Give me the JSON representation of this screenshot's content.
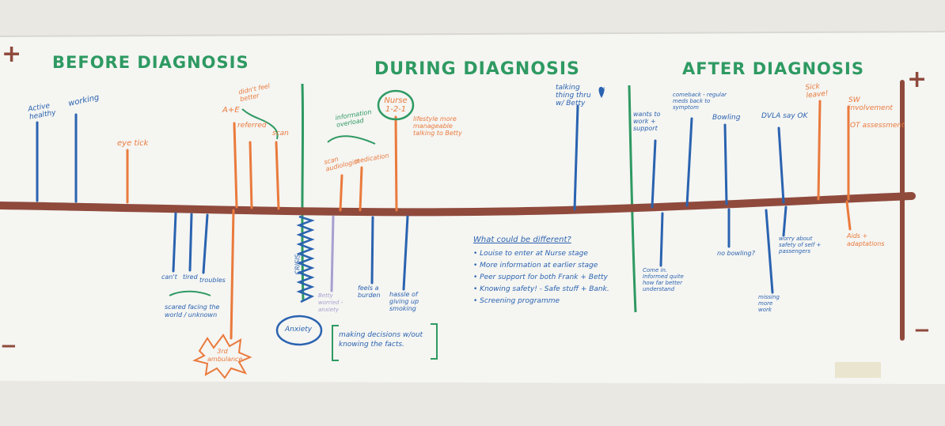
{
  "colors": {
    "wall": "#e9e8e3",
    "paper": "#f5f5f2",
    "timeline": "#8f4a3c",
    "green": "#2e9a62",
    "blue": "#2a63b0",
    "orange": "#ea7a3c",
    "purple": "#a7a0cf",
    "tape": "#e8e2c8"
  },
  "headings": {
    "before": "BEFORE DIAGNOSIS",
    "during": "DURING DIAGNOSIS",
    "after": "AFTER DIAGNOSIS"
  },
  "scale": {
    "plus": "+",
    "minus": "−"
  },
  "notes_above": [
    {
      "id": "active-healthy",
      "text": "Active healthy",
      "color": "blue"
    },
    {
      "id": "working",
      "text": "working",
      "color": "blue"
    },
    {
      "id": "eye-tick",
      "text": "eye tick",
      "color": "orange"
    },
    {
      "id": "ae",
      "text": "A+E",
      "color": "orange"
    },
    {
      "id": "didnt-feel-better",
      "text": "didn't feel better",
      "color": "orange"
    },
    {
      "id": "referred",
      "text": "referred",
      "color": "orange"
    },
    {
      "id": "scan",
      "text": "scan",
      "color": "orange"
    },
    {
      "id": "information-overload",
      "text": "information overload",
      "color": "green"
    },
    {
      "id": "scan-audiologist",
      "text": "scan audiologist",
      "color": "orange"
    },
    {
      "id": "medication",
      "text": "medication",
      "color": "orange"
    },
    {
      "id": "nurse",
      "text": "Nurse 1-2-1",
      "color": "orange"
    },
    {
      "id": "lifestyle",
      "text": "lifestyle more manageable talking to Betty",
      "color": "orange"
    },
    {
      "id": "talking-betty",
      "text": "talking thing thru w/ Betty",
      "color": "blue"
    },
    {
      "id": "wants-to",
      "text": "wants to work + support",
      "color": "blue"
    },
    {
      "id": "comeback",
      "text": "comeback - regular meds back to symptom",
      "color": "blue"
    },
    {
      "id": "bowling",
      "text": "Bowling",
      "color": "blue"
    },
    {
      "id": "dvla",
      "text": "DVLA say OK",
      "color": "blue"
    },
    {
      "id": "sick-leave",
      "text": "Sick leave!",
      "color": "orange"
    },
    {
      "id": "sw",
      "text": "SW involvement",
      "color": "orange"
    },
    {
      "id": "ot",
      "text": "OT assessment",
      "color": "orange"
    }
  ],
  "notes_below": [
    {
      "id": "cant",
      "text": "can't",
      "color": "blue"
    },
    {
      "id": "tired",
      "text": "tired",
      "color": "blue"
    },
    {
      "id": "troubles",
      "text": "troubles",
      "color": "blue"
    },
    {
      "id": "scared",
      "text": "scared facing the world / unknown",
      "color": "blue"
    },
    {
      "id": "crisis",
      "text": "CRISIS",
      "color": "blue"
    },
    {
      "id": "betty-worried",
      "text": "Betty worried - anxiety",
      "color": "purple"
    },
    {
      "id": "feels-burden",
      "text": "feels a burden",
      "color": "blue"
    },
    {
      "id": "hassle",
      "text": "hassle of giving up smoking",
      "color": "blue"
    },
    {
      "id": "anxiety",
      "text": "Anxiety",
      "color": "blue"
    },
    {
      "id": "making-decisions",
      "text": "making decisions w/out knowing the facts.",
      "color": "blue"
    },
    {
      "id": "ambulance",
      "text": "3rd ambulance",
      "color": "orange"
    },
    {
      "id": "come-in",
      "text": "Come in. Informed quite how far better understand",
      "color": "blue"
    },
    {
      "id": "no-bowling",
      "text": "no bowling?",
      "color": "blue"
    },
    {
      "id": "worry-driving",
      "text": "worry about safety of self + passengers",
      "color": "blue"
    },
    {
      "id": "missing",
      "text": "missing more work",
      "color": "blue"
    },
    {
      "id": "aids",
      "text": "Aids + adaptations",
      "color": "orange"
    }
  ],
  "different_box": {
    "title": "What could be different?",
    "items": [
      "Louise to enter at Nurse stage",
      "More information at earlier stage",
      "Peer support for both Frank + Betty",
      "Knowing safety! - Safe stuff + Bank.",
      "Screening programme"
    ]
  }
}
